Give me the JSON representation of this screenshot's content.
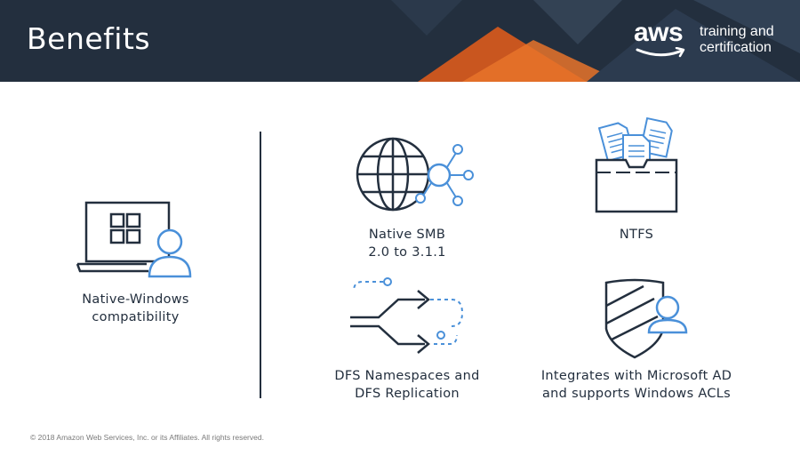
{
  "slide": {
    "title": "Benefits"
  },
  "brand": {
    "logo_word": "aws",
    "tagline_line1": "training and",
    "tagline_line2": "certification"
  },
  "benefits": {
    "native_windows": {
      "line1": "Native-Windows",
      "line2": "compatibility"
    },
    "smb": {
      "line1": "Native SMB",
      "line2": "2.0 to 3.1.1"
    },
    "ntfs": {
      "line1": "NTFS"
    },
    "dfs": {
      "line1": "DFS Namespaces and",
      "line2": "DFS Replication"
    },
    "ad": {
      "line1": "Integrates with Microsoft AD",
      "line2": "and supports Windows ACLs"
    }
  },
  "footer": {
    "copyright": "© 2018 Amazon Web Services, Inc. or its Affiliates. All rights reserved."
  },
  "colors": {
    "header_bg": "#232f3e",
    "accent_orange": "#e8732a",
    "icon_stroke": "#232f3e",
    "icon_accent": "#4a90d9"
  }
}
